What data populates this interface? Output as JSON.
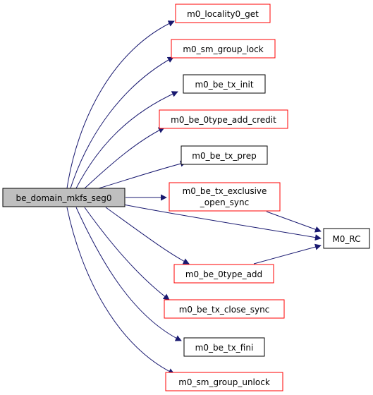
{
  "graph": {
    "root": {
      "id": "root",
      "label": "be_domain_mkfs_seg0",
      "fill": "#bfbfbf",
      "stroke": "#000000"
    },
    "nodes": [
      {
        "id": "n1",
        "label": "m0_locality0_get",
        "stroke": "#ff0000"
      },
      {
        "id": "n2",
        "label": "m0_sm_group_lock",
        "stroke": "#ff0000"
      },
      {
        "id": "n3",
        "label": "m0_be_tx_init",
        "stroke": "#000000"
      },
      {
        "id": "n4",
        "label": "m0_be_0type_add_credit",
        "stroke": "#ff0000"
      },
      {
        "id": "n5",
        "label": "m0_be_tx_prep",
        "stroke": "#000000"
      },
      {
        "id": "n6",
        "label_line1": "m0_be_tx_exclusive",
        "label_line2": "_open_sync",
        "stroke": "#ff0000"
      },
      {
        "id": "n7",
        "label": "M0_RC",
        "stroke": "#000000"
      },
      {
        "id": "n8",
        "label": "m0_be_0type_add",
        "stroke": "#ff0000"
      },
      {
        "id": "n9",
        "label": "m0_be_tx_close_sync",
        "stroke": "#ff0000"
      },
      {
        "id": "n10",
        "label": "m0_be_tx_fini",
        "stroke": "#000000"
      },
      {
        "id": "n11",
        "label": "m0_sm_group_unlock",
        "stroke": "#ff0000"
      }
    ],
    "edges": [
      [
        "root",
        "n1"
      ],
      [
        "root",
        "n2"
      ],
      [
        "root",
        "n3"
      ],
      [
        "root",
        "n4"
      ],
      [
        "root",
        "n5"
      ],
      [
        "root",
        "n6"
      ],
      [
        "root",
        "n7"
      ],
      [
        "root",
        "n8"
      ],
      [
        "root",
        "n9"
      ],
      [
        "root",
        "n10"
      ],
      [
        "root",
        "n11"
      ],
      [
        "n6",
        "n7"
      ],
      [
        "n8",
        "n7"
      ]
    ],
    "edge_color": "#191970"
  }
}
